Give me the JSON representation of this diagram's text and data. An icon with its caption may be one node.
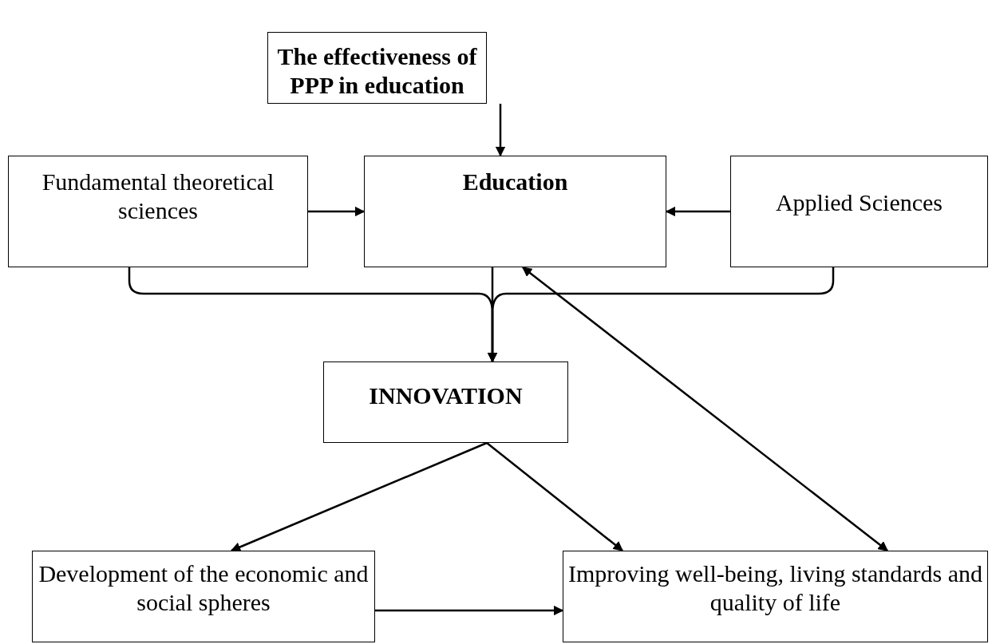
{
  "diagram": {
    "nodes": [
      {
        "text": [
          "The effectiveness of PPP in education"
        ]
      },
      {
        "text": [
          "Fundamental theoretical sciences"
        ]
      },
      {
        "text": [
          "Education"
        ]
      },
      {
        "text": [
          "Applied Sciences"
        ]
      },
      {
        "text": [
          "INNOVATION"
        ]
      },
      {
        "text": [
          "Development of the economic and social spheres"
        ]
      },
      {
        "text": [
          "Improving well-being, living standards and quality of life"
        ]
      }
    ],
    "edges": [
      {
        "from": 0,
        "to": 2,
        "arrow": "to"
      },
      {
        "from": 1,
        "to": 2,
        "arrow": "to"
      },
      {
        "from": 3,
        "to": 2,
        "arrow": "to"
      },
      {
        "from": 2,
        "to": 4,
        "arrow": "to"
      },
      {
        "from": 1,
        "to": 4,
        "arrow": "to"
      },
      {
        "from": 3,
        "to": 4,
        "arrow": "to"
      },
      {
        "from": 4,
        "to": 5,
        "arrow": "to"
      },
      {
        "from": 4,
        "to": 6,
        "arrow": "to"
      },
      {
        "from": 2,
        "to": 6,
        "arrow": "both"
      },
      {
        "from": 5,
        "to": 6,
        "arrow": "to"
      }
    ]
  }
}
